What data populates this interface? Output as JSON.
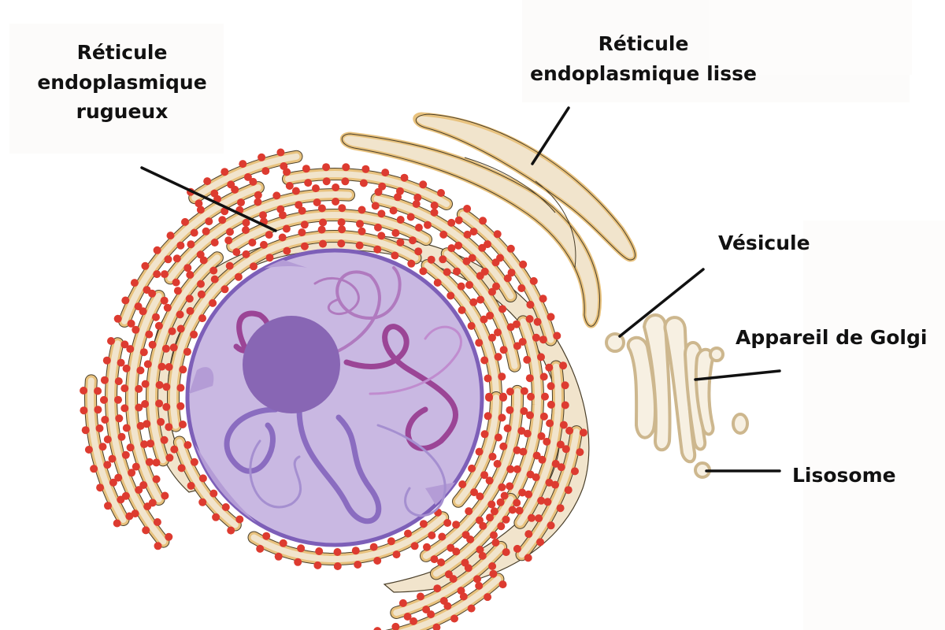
{
  "title": "Réticule endoplasmique — schéma de cellule",
  "labels": {
    "rer": [
      "Réticule",
      "endoplasmique",
      "rugueux"
    ],
    "rel": [
      "Réticule",
      "endoplasmique lisse"
    ],
    "vesicule": "Vésicule",
    "golgi": "Appareil de Golgi",
    "lisosome": "Lisosome"
  },
  "structures": [
    {
      "id": "nucleus",
      "name": "Noyau"
    },
    {
      "id": "nucleolus",
      "name": "Nucléole"
    },
    {
      "id": "chromatin",
      "name": "Chromatine"
    },
    {
      "id": "rough-er",
      "name": "Réticule endoplasmique rugueux"
    },
    {
      "id": "smooth-er",
      "name": "Réticule endoplasmique lisse"
    },
    {
      "id": "golgi",
      "name": "Appareil de Golgi"
    },
    {
      "id": "vesicle",
      "name": "Vésicule"
    },
    {
      "id": "lysosome",
      "name": "Lisosome"
    }
  ],
  "colors": {
    "er_fill": "#f1e4cc",
    "er_membrane": "#e8c27e",
    "er_outline": "#4a3f2a",
    "ribosome": "#dd3b30",
    "nucleus_fill": "#c9b8e2",
    "nucleus_border": "#7d5fb8",
    "nucleolus": "#8866b4",
    "chromatin_a": "#9b4596",
    "chromatin_b": "#8a6cc0",
    "label_text": "#111111",
    "leader_line": "#111111"
  }
}
